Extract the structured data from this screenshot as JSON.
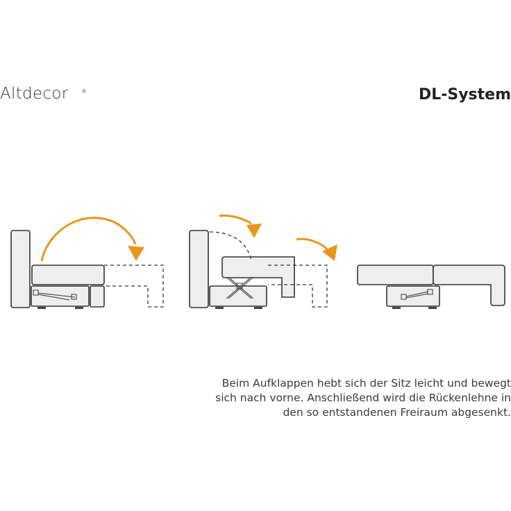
{
  "brand": {
    "name": "Altdecor",
    "registered_mark": "®"
  },
  "title": "DL-System",
  "caption": {
    "lines": [
      "Beim Aufklappen hebt sich der Sitz leicht und bewegt",
      "sich nach vorne. Anschließend wird die Rückenlehne in",
      "den so entstandenen Freiraum abgesenkt."
    ]
  },
  "colors": {
    "accent_arrow": "#e8961c",
    "outline": "#333333",
    "fill": "#eeeeee",
    "background": "#ffffff"
  },
  "diagram": {
    "steps": [
      {
        "name": "sofa-position",
        "arrows": 1
      },
      {
        "name": "seat-lifting",
        "arrows": 2
      },
      {
        "name": "bed-position",
        "arrows": 0
      }
    ]
  }
}
